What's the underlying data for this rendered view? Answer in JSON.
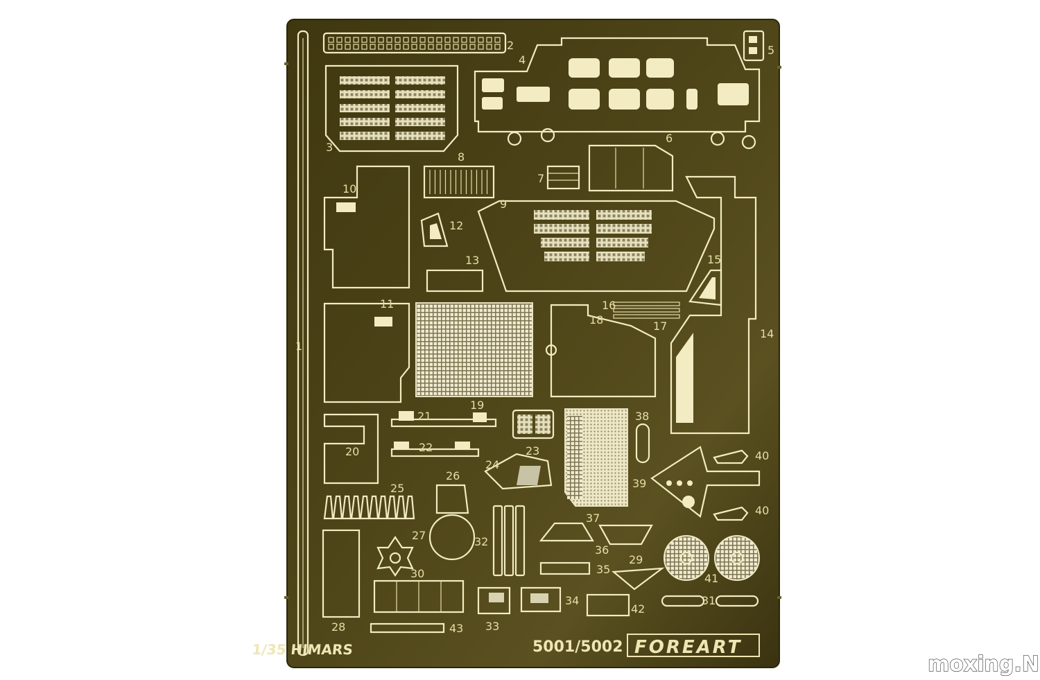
{
  "sheet": {
    "scale_title": "1/35 HIMARS",
    "product_code": "5001/5002",
    "brand": "FOREART"
  },
  "watermark": "moxing.NET",
  "part_numbers": [
    "1",
    "2",
    "3",
    "4",
    "5",
    "6",
    "7",
    "8",
    "9",
    "10",
    "11",
    "12",
    "13",
    "14",
    "15",
    "16",
    "17",
    "18",
    "19",
    "20",
    "21",
    "22",
    "23",
    "24",
    "25",
    "26",
    "27",
    "28",
    "29",
    "30",
    "31",
    "32",
    "33",
    "34",
    "35",
    "36",
    "37",
    "38",
    "39",
    "40",
    "40",
    "41",
    "42",
    "43"
  ],
  "colors": {
    "brass": "#4a4116",
    "brass_edge": "#2c2608",
    "etch": "#f3ecc2",
    "background": "#ffffff",
    "watermark": "#ffffff"
  }
}
